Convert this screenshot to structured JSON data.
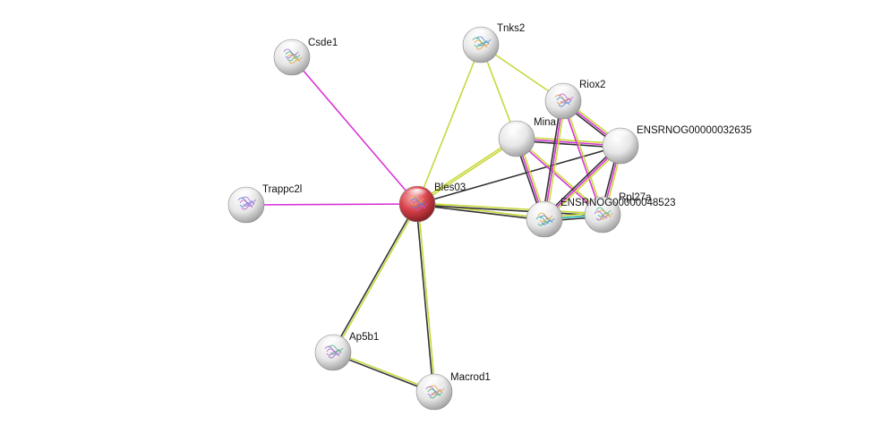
{
  "network": {
    "nodes": [
      {
        "id": "Csde1",
        "label": "Csde1",
        "color": "#ffffff",
        "has_structure": true
      },
      {
        "id": "Tnks2",
        "label": "Tnks2",
        "color": "#ffffff",
        "has_structure": true
      },
      {
        "id": "Riox2",
        "label": "Riox2",
        "color": "#ffffff",
        "has_structure": true
      },
      {
        "id": "Mina",
        "label": "Mina",
        "color": "#ffffff",
        "has_structure": false
      },
      {
        "id": "ENSRNOG00000032635",
        "label": "ENSRNOG00000032635",
        "color": "#ffffff",
        "has_structure": false
      },
      {
        "id": "Rpl27a",
        "label": "Rpl27a",
        "color": "#ffffff",
        "has_structure": true
      },
      {
        "id": "ENSRNOG00000048523",
        "label": "ENSRNOG00000048523",
        "color": "#ffffff",
        "has_structure": true
      },
      {
        "id": "Bles03",
        "label": "Bles03",
        "color": "#d9434b",
        "has_structure": true
      },
      {
        "id": "Trappc2l",
        "label": "Trappc2l",
        "color": "#ffffff",
        "has_structure": true
      },
      {
        "id": "Ap5b1",
        "label": "Ap5b1",
        "color": "#ffffff",
        "has_structure": true
      },
      {
        "id": "Macrod1",
        "label": "Macrod1",
        "color": "#ffffff",
        "has_structure": true
      }
    ],
    "edges": [
      {
        "source": "Bles03",
        "target": "Csde1",
        "evidence": [
          "#d633d6"
        ]
      },
      {
        "source": "Bles03",
        "target": "Trappc2l",
        "evidence": [
          "#d633d6"
        ]
      },
      {
        "source": "Bles03",
        "target": "Tnks2",
        "evidence": [
          "#c8d83a"
        ]
      },
      {
        "source": "Bles03",
        "target": "Mina",
        "evidence": [
          "#c8d83a",
          "#c8d83a"
        ]
      },
      {
        "source": "Bles03",
        "target": "ENSRNOG00000032635",
        "evidence": [
          "#333333"
        ]
      },
      {
        "source": "Bles03",
        "target": "ENSRNOG00000048523",
        "evidence": [
          "#c8d83a",
          "#333333"
        ]
      },
      {
        "source": "Bles03",
        "target": "Rpl27a",
        "evidence": [
          "#c8d83a",
          "#333333"
        ]
      },
      {
        "source": "Bles03",
        "target": "Ap5b1",
        "evidence": [
          "#c8d83a",
          "#333333"
        ]
      },
      {
        "source": "Bles03",
        "target": "Macrod1",
        "evidence": [
          "#c8d83a",
          "#333333"
        ]
      },
      {
        "source": "Ap5b1",
        "target": "Macrod1",
        "evidence": [
          "#c8d83a",
          "#333333"
        ]
      },
      {
        "source": "Tnks2",
        "target": "Mina",
        "evidence": [
          "#c8d83a"
        ]
      },
      {
        "source": "Tnks2",
        "target": "Riox2",
        "evidence": [
          "#c8d83a"
        ]
      },
      {
        "source": "Mina",
        "target": "ENSRNOG00000032635",
        "evidence": [
          "#c8d83a",
          "#d633d6",
          "#333333"
        ]
      },
      {
        "source": "Mina",
        "target": "ENSRNOG00000048523",
        "evidence": [
          "#c8d83a",
          "#d633d6",
          "#333333"
        ]
      },
      {
        "source": "Mina",
        "target": "Rpl27a",
        "evidence": [
          "#c8d83a",
          "#d633d6"
        ]
      },
      {
        "source": "Riox2",
        "target": "ENSRNOG00000032635",
        "evidence": [
          "#c8d83a",
          "#d633d6",
          "#333333"
        ]
      },
      {
        "source": "Riox2",
        "target": "ENSRNOG00000048523",
        "evidence": [
          "#c8d83a",
          "#d633d6",
          "#333333"
        ]
      },
      {
        "source": "Riox2",
        "target": "Rpl27a",
        "evidence": [
          "#c8d83a",
          "#d633d6"
        ]
      },
      {
        "source": "ENSRNOG00000032635",
        "target": "ENSRNOG00000048523",
        "evidence": [
          "#c8d83a",
          "#d633d6",
          "#333333"
        ]
      },
      {
        "source": "ENSRNOG00000032635",
        "target": "Rpl27a",
        "evidence": [
          "#c8d83a",
          "#d633d6",
          "#333333"
        ]
      },
      {
        "source": "ENSRNOG00000048523",
        "target": "Rpl27a",
        "evidence": [
          "#c8d83a",
          "#22b5b5",
          "#333333"
        ]
      }
    ]
  }
}
